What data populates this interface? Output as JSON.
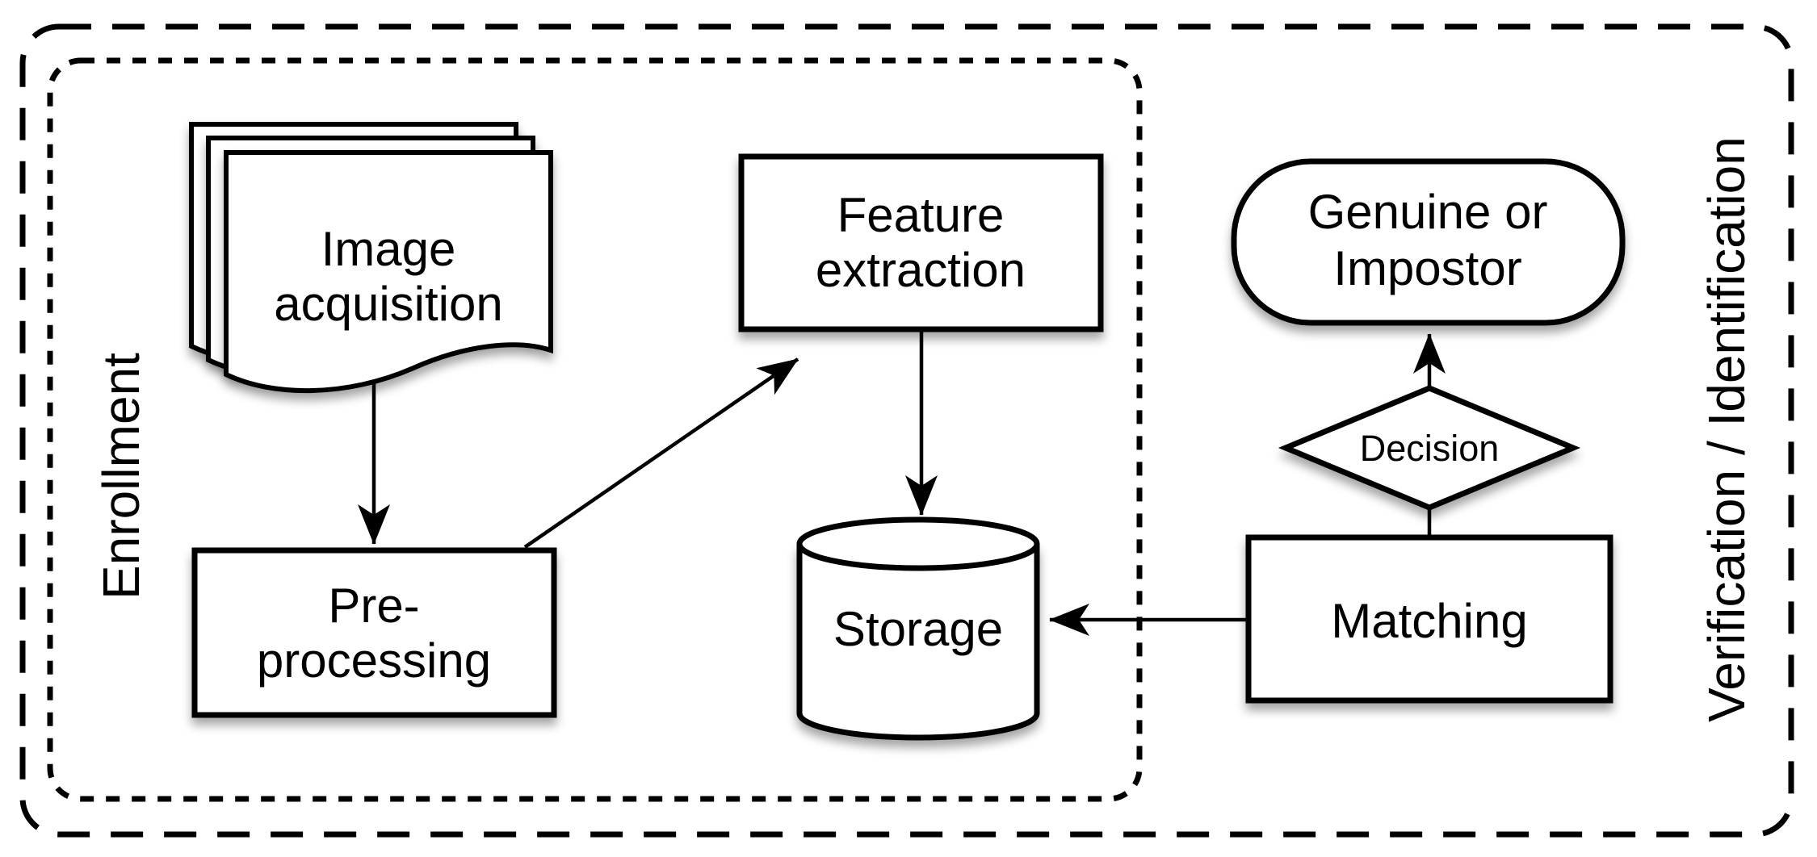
{
  "colors": {
    "stroke": "#000000",
    "fill": "#ffffff",
    "background": "#ffffff"
  },
  "regions": {
    "enrollment": {
      "label": "Enrollment"
    },
    "verification_identification": {
      "label": "Verification / Identification"
    }
  },
  "nodes": {
    "image_acquisition": {
      "shape": "stacked-documents",
      "lines": [
        "Image",
        "acquisition"
      ]
    },
    "pre_processing": {
      "shape": "rectangle",
      "lines": [
        "Pre-",
        "processing"
      ]
    },
    "feature_extraction": {
      "shape": "rectangle",
      "lines": [
        "Feature",
        "extraction"
      ]
    },
    "storage": {
      "shape": "cylinder",
      "lines": [
        "Storage"
      ]
    },
    "matching": {
      "shape": "rectangle",
      "lines": [
        "Matching"
      ]
    },
    "decision": {
      "shape": "diamond",
      "lines": [
        "Decision"
      ]
    },
    "genuine_or_impostor": {
      "shape": "stadium",
      "lines": [
        "Genuine or",
        "Impostor"
      ]
    }
  },
  "edges": [
    {
      "from": "image_acquisition",
      "to": "pre_processing",
      "arrow": true
    },
    {
      "from": "pre_processing",
      "to": "feature_extraction",
      "arrow": true
    },
    {
      "from": "feature_extraction",
      "to": "storage",
      "arrow": true
    },
    {
      "from": "matching",
      "to": "storage",
      "arrow": true
    },
    {
      "from": "matching",
      "to": "decision",
      "arrow": false
    },
    {
      "from": "decision",
      "to": "genuine_or_impostor",
      "arrow": true
    }
  ]
}
